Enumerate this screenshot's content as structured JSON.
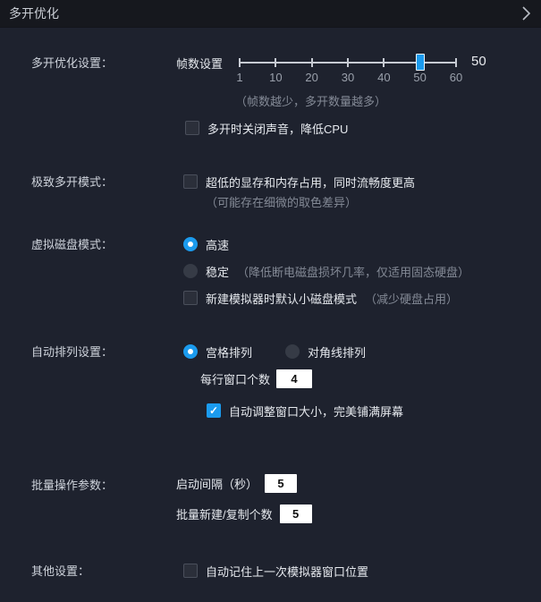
{
  "header": {
    "title": "多开优化"
  },
  "icons": {
    "check": "✓"
  },
  "colors": {
    "accent": "#1b9bee",
    "background": "#1e222e",
    "header_bg": "#16181e",
    "hint_text": "#848a96"
  },
  "sections": {
    "optimize": {
      "label": "多开优化设置：",
      "slider": {
        "label": "帧数设置",
        "ticks": [
          "1",
          "10",
          "20",
          "30",
          "40",
          "50",
          "60"
        ],
        "value": "50",
        "min": 1,
        "max": 60
      },
      "hint": "（帧数越少，多开数量越多）",
      "mute_checkbox": {
        "label": "多开时关闭声音，降低CPU",
        "checked": false
      }
    },
    "extreme": {
      "label": "极致多开模式：",
      "checkbox": {
        "label": "超低的显存和内存占用，同时流畅度更高",
        "checked": false
      },
      "hint": "（可能存在细微的取色差异）"
    },
    "disk": {
      "label": "虚拟磁盘模式：",
      "options": [
        {
          "label": "高速",
          "hint": "",
          "selected": true
        },
        {
          "label": "稳定",
          "hint": "（降低断电磁盘损坏几率，仅适用固态硬盘）",
          "selected": false
        }
      ],
      "small_disk_checkbox": {
        "label": "新建模拟器时默认小磁盘模式",
        "hint": "（减少硬盘占用）",
        "checked": false
      }
    },
    "arrange": {
      "label": "自动排列设置：",
      "options": [
        {
          "label": "宫格排列",
          "selected": true
        },
        {
          "label": "对角线排列",
          "selected": false
        }
      ],
      "per_row": {
        "label": "每行窗口个数",
        "value": "4"
      },
      "autofit_checkbox": {
        "label": "自动调整窗口大小，完美铺满屏幕",
        "checked": true
      }
    },
    "batch": {
      "label": "批量操作参数：",
      "interval": {
        "label": "启动间隔（秒）",
        "value": "5"
      },
      "copy_count": {
        "label": "批量新建/复制个数",
        "value": "5"
      }
    },
    "other": {
      "label": "其他设置：",
      "remember_checkbox": {
        "label": "自动记住上一次模拟器窗口位置",
        "checked": false
      }
    }
  }
}
